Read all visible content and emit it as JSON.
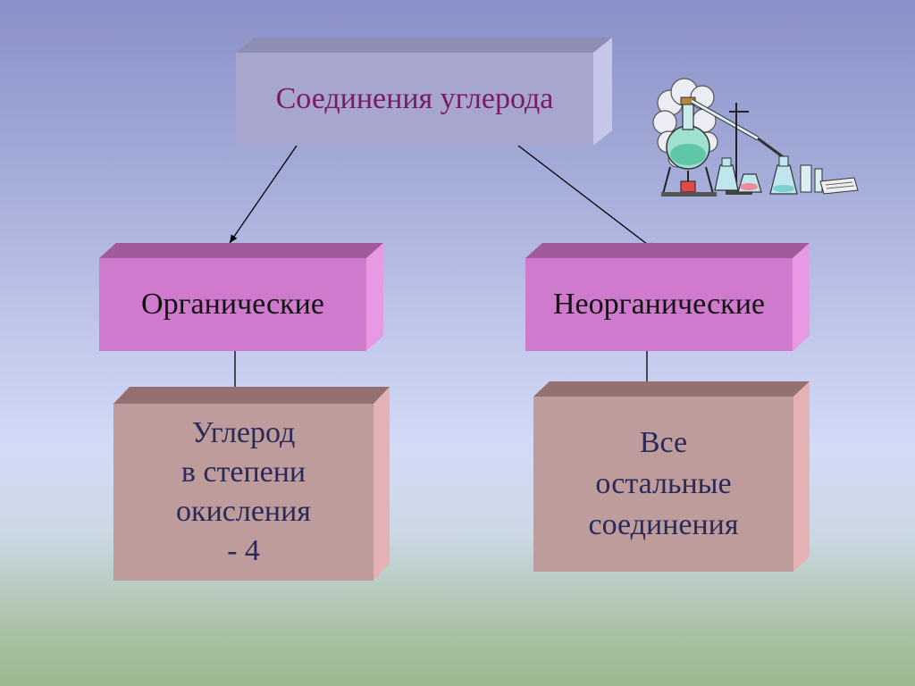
{
  "diagram": {
    "root": {
      "label": "Соединения углерода"
    },
    "branches": [
      {
        "label": "Органические",
        "detail_lines": [
          "Углерод",
          "в степени",
          "окисления",
          "- 4"
        ]
      },
      {
        "label": "Неорганические",
        "detail_lines": [
          "Все",
          "остальные",
          "соединения"
        ]
      }
    ]
  },
  "colors": {
    "root_box": "#a6a6ce",
    "root_text": "#7b1a66",
    "branch_box": "#cf7acc",
    "detail_box": "#be9c9c",
    "detail_text": "#2a2a5a"
  },
  "illustration": {
    "icon": "chemistry-lab-apparatus-icon"
  }
}
